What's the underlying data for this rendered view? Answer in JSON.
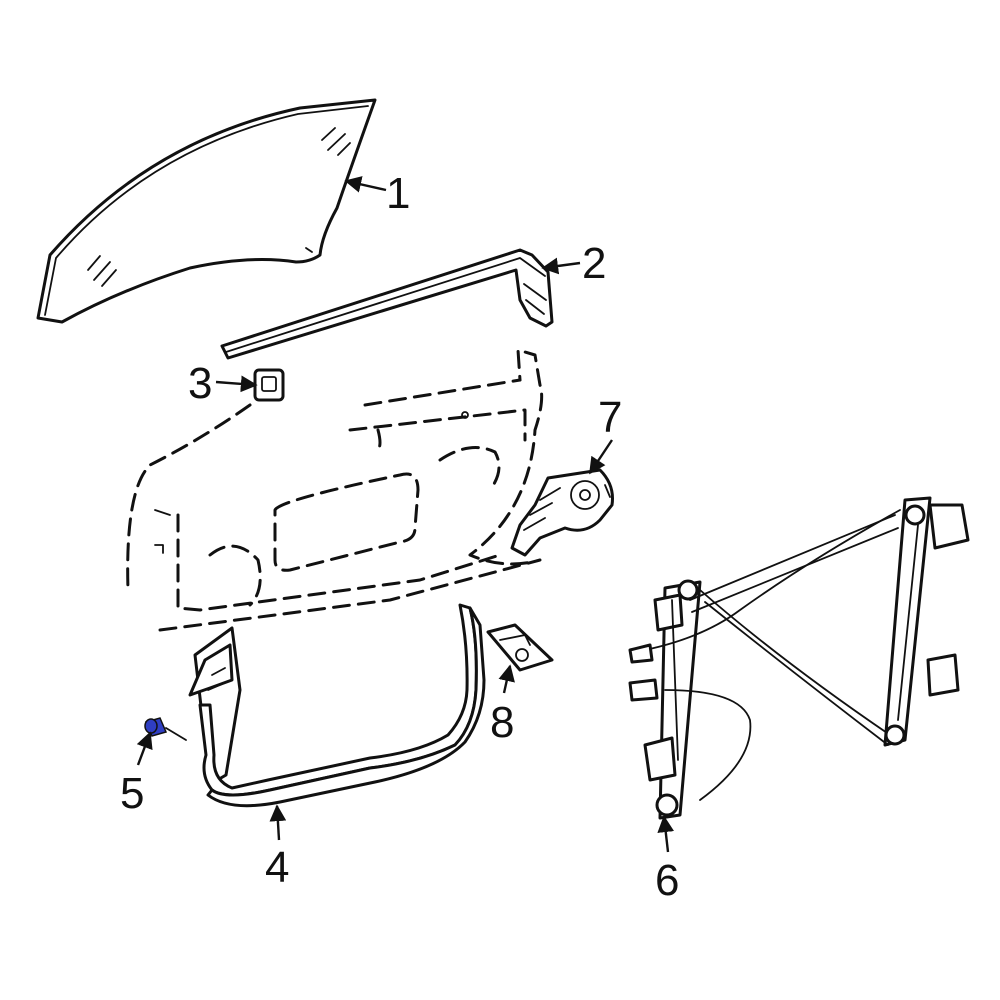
{
  "diagram": {
    "highlight_color": "#2f3ec2",
    "line_color": "#111111",
    "callouts": [
      {
        "id": "1",
        "label": "1"
      },
      {
        "id": "2",
        "label": "2"
      },
      {
        "id": "3",
        "label": "3"
      },
      {
        "id": "4",
        "label": "4"
      },
      {
        "id": "5",
        "label": "5"
      },
      {
        "id": "6",
        "label": "6"
      },
      {
        "id": "7",
        "label": "7"
      },
      {
        "id": "8",
        "label": "8"
      }
    ]
  }
}
